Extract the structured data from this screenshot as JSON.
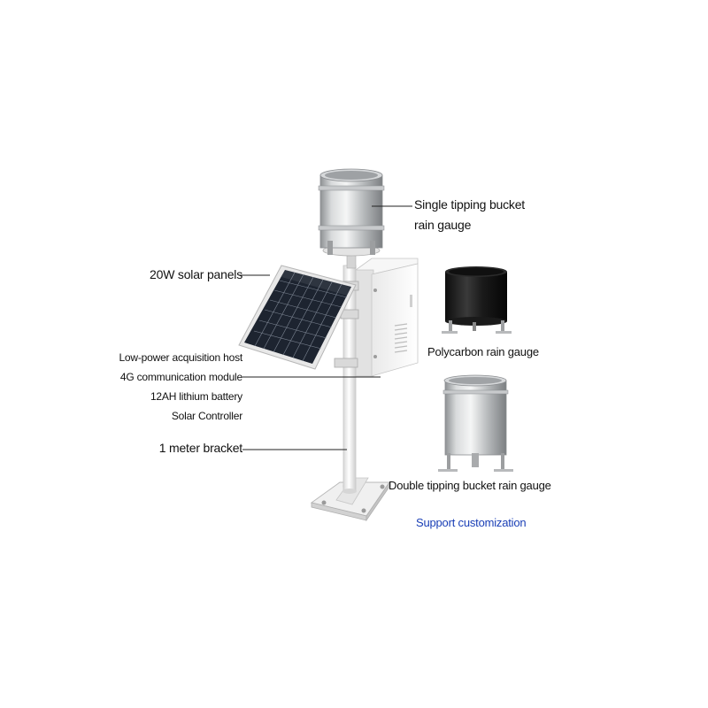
{
  "labels": {
    "single_tipping_line1": "Single tipping bucket",
    "single_tipping_line2": "rain gauge",
    "solar_panels": "20W solar panels",
    "host_lines": [
      "Low-power acquisition host",
      "4G communication module",
      "12AH lithium battery",
      "Solar Controller"
    ],
    "bracket": "1 meter bracket",
    "polycarbon": "Polycarbon rain gauge",
    "double_tipping": "Double tipping bucket rain gauge"
  },
  "footer": {
    "customization": "Support customization"
  },
  "colors": {
    "text": "#111111",
    "link": "#1a3fb6",
    "steel": "#b9bcbf",
    "black_gauge": "#1c1c1c",
    "white_metal": "#f1f1f1",
    "solar_cell": "#1d2430"
  }
}
